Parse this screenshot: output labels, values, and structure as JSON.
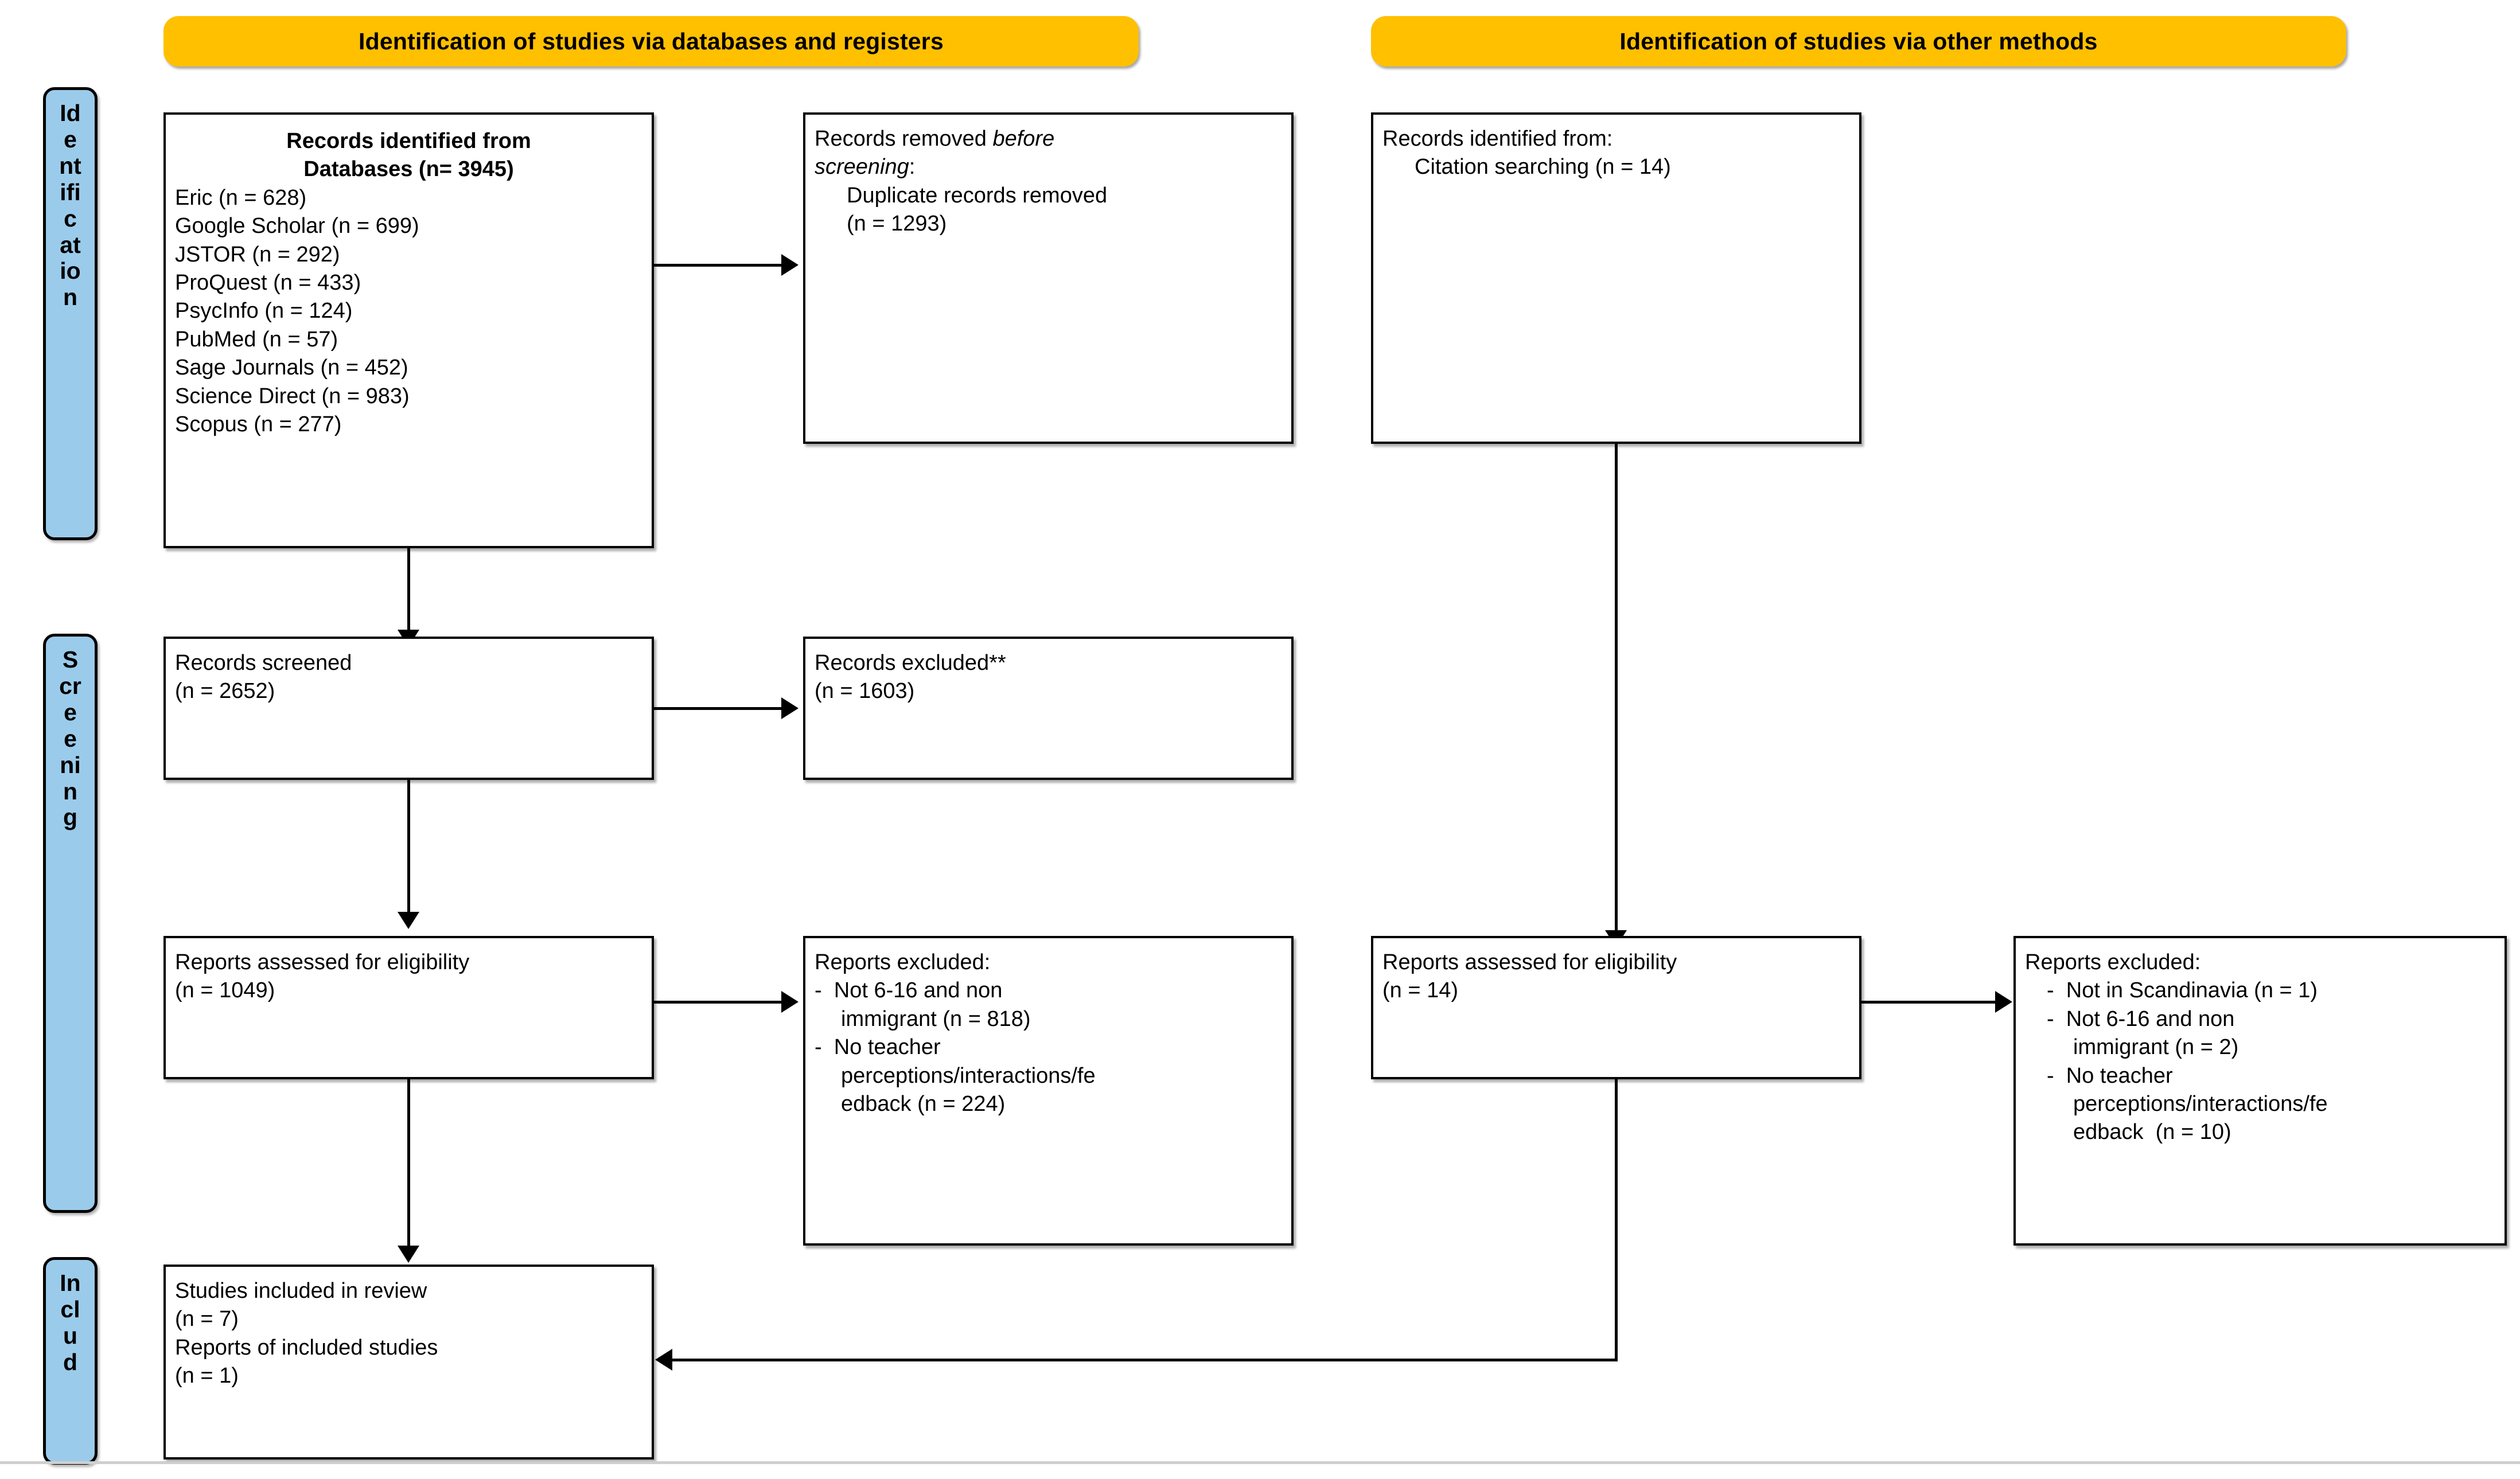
{
  "colors": {
    "header_orange": "#FFC000",
    "rail_blue": "#9BCBEB",
    "border_black": "#000000",
    "page_background": "#FFFFFF"
  },
  "headers": {
    "left": "Identification of studies via databases and registers",
    "right": "Identification of studies via other methods"
  },
  "rails": {
    "identification": {
      "full": "Identification",
      "lines": [
        "Id",
        "e",
        "nt",
        "ifi",
        "c",
        "at",
        "io",
        "n"
      ]
    },
    "screening": {
      "full": "Screening",
      "lines": [
        "S",
        "cr",
        "e",
        "e",
        "ni",
        "n",
        "g"
      ]
    },
    "included": {
      "full": "Included",
      "lines": [
        "In",
        "cl",
        "u",
        "d"
      ]
    }
  },
  "boxes": {
    "records_identified_databases": {
      "title_line1": "Records identified from",
      "title_line2": "Databases (n= 3945)",
      "sources": [
        "Eric (n = 628)",
        "Google Scholar (n = 699)",
        "JSTOR (n = 292)",
        "ProQuest (n = 433)",
        "PsycInfo (n = 124)",
        "PubMed (n = 57)",
        "Sage Journals (n = 452)",
        "Science Direct (n = 983)",
        "Scopus (n = 277)"
      ]
    },
    "records_removed": {
      "line1_plain": "Records removed ",
      "line1_italic": "before",
      "line2_italic": "screening",
      "line2_colon": ":",
      "line3": "Duplicate records removed",
      "line4": "(n = 1293)"
    },
    "records_identified_other": {
      "line1": "Records identified from:",
      "line2": "Citation searching (n = 14)"
    },
    "records_screened": {
      "line1": "Records screened",
      "line2": "(n = 2652)"
    },
    "records_excluded": {
      "line1": "Records excluded**",
      "line2": "(n = 1603)"
    },
    "reports_eligibility_left": {
      "line1": "Reports assessed for eligibility",
      "line2": "(n = 1049)"
    },
    "reports_excluded_left": {
      "title": "Reports excluded:",
      "items": [
        [
          "-  Not 6-16 and non",
          "immigrant (n = 818)"
        ],
        [
          "-  No teacher",
          "perceptions/interactions/fe",
          "edback (n = 224)"
        ]
      ]
    },
    "reports_eligibility_right": {
      "line1": "Reports assessed for eligibility",
      "line2": "(n = 14)"
    },
    "reports_excluded_right": {
      "title": "Reports excluded:",
      "items": [
        [
          "-  Not in Scandinavia (n = 1)"
        ],
        [
          "-  Not 6-16 and non",
          "immigrant (n = 2)"
        ],
        [
          "-  No teacher",
          "perceptions/interactions/fe",
          "edback  (n = 10)"
        ]
      ]
    },
    "studies_included": {
      "line1": "Studies included in review",
      "line2": "(n = 7)",
      "line3": "Reports of included studies",
      "line4": "(n = 1)"
    }
  }
}
